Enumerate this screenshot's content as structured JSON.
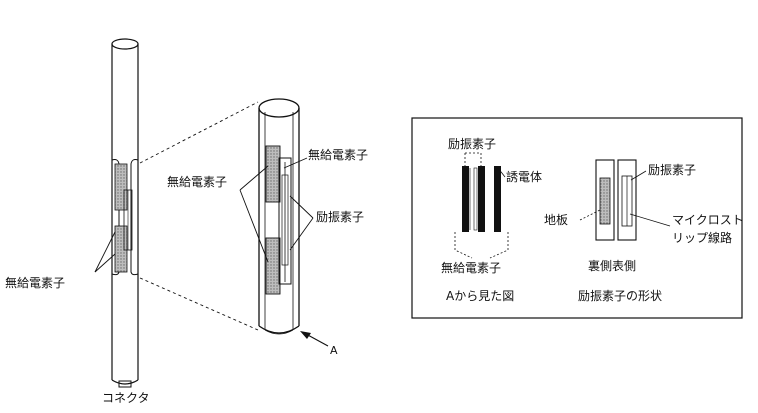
{
  "labels": {
    "left_parasitic": "無給電素子",
    "connector": "コネクタ",
    "mid_parasitic_right": "無給電素子",
    "mid_parasitic_left": "無給電素子",
    "mid_excitation": "励振素子",
    "view_arrow": "A",
    "box_excitation": "励振素子",
    "box_dielectric": "誘電体",
    "box_parasitic": "無給電素子",
    "box_caption_left": "Aから見た図",
    "box_excitation_right": "励振素子",
    "box_ground": "地板",
    "box_microstrip_1": "マイクロスト",
    "box_microstrip_2": "リップ線路",
    "box_back_front": "裏側表側",
    "box_caption_right": "励振素子の形状"
  },
  "colors": {
    "ink": "#111111",
    "shade": "#9a9a9a",
    "background": "#ffffff"
  }
}
